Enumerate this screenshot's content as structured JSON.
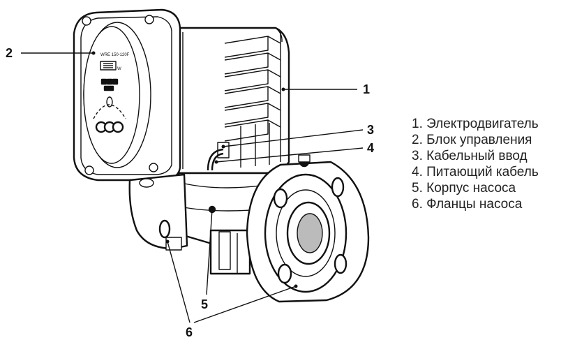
{
  "callouts": [
    "1",
    "2",
    "3",
    "4",
    "5",
    "6"
  ],
  "legend": [
    "1. Электродвигатель",
    "2. Блок управления",
    "3. Кабельный ввод",
    "4. Питающий кабель",
    "5. Корпус насоса",
    "6. Фланцы насоса"
  ],
  "panel": {
    "model_label": "WRE 150-120F",
    "power_unit": "W"
  }
}
